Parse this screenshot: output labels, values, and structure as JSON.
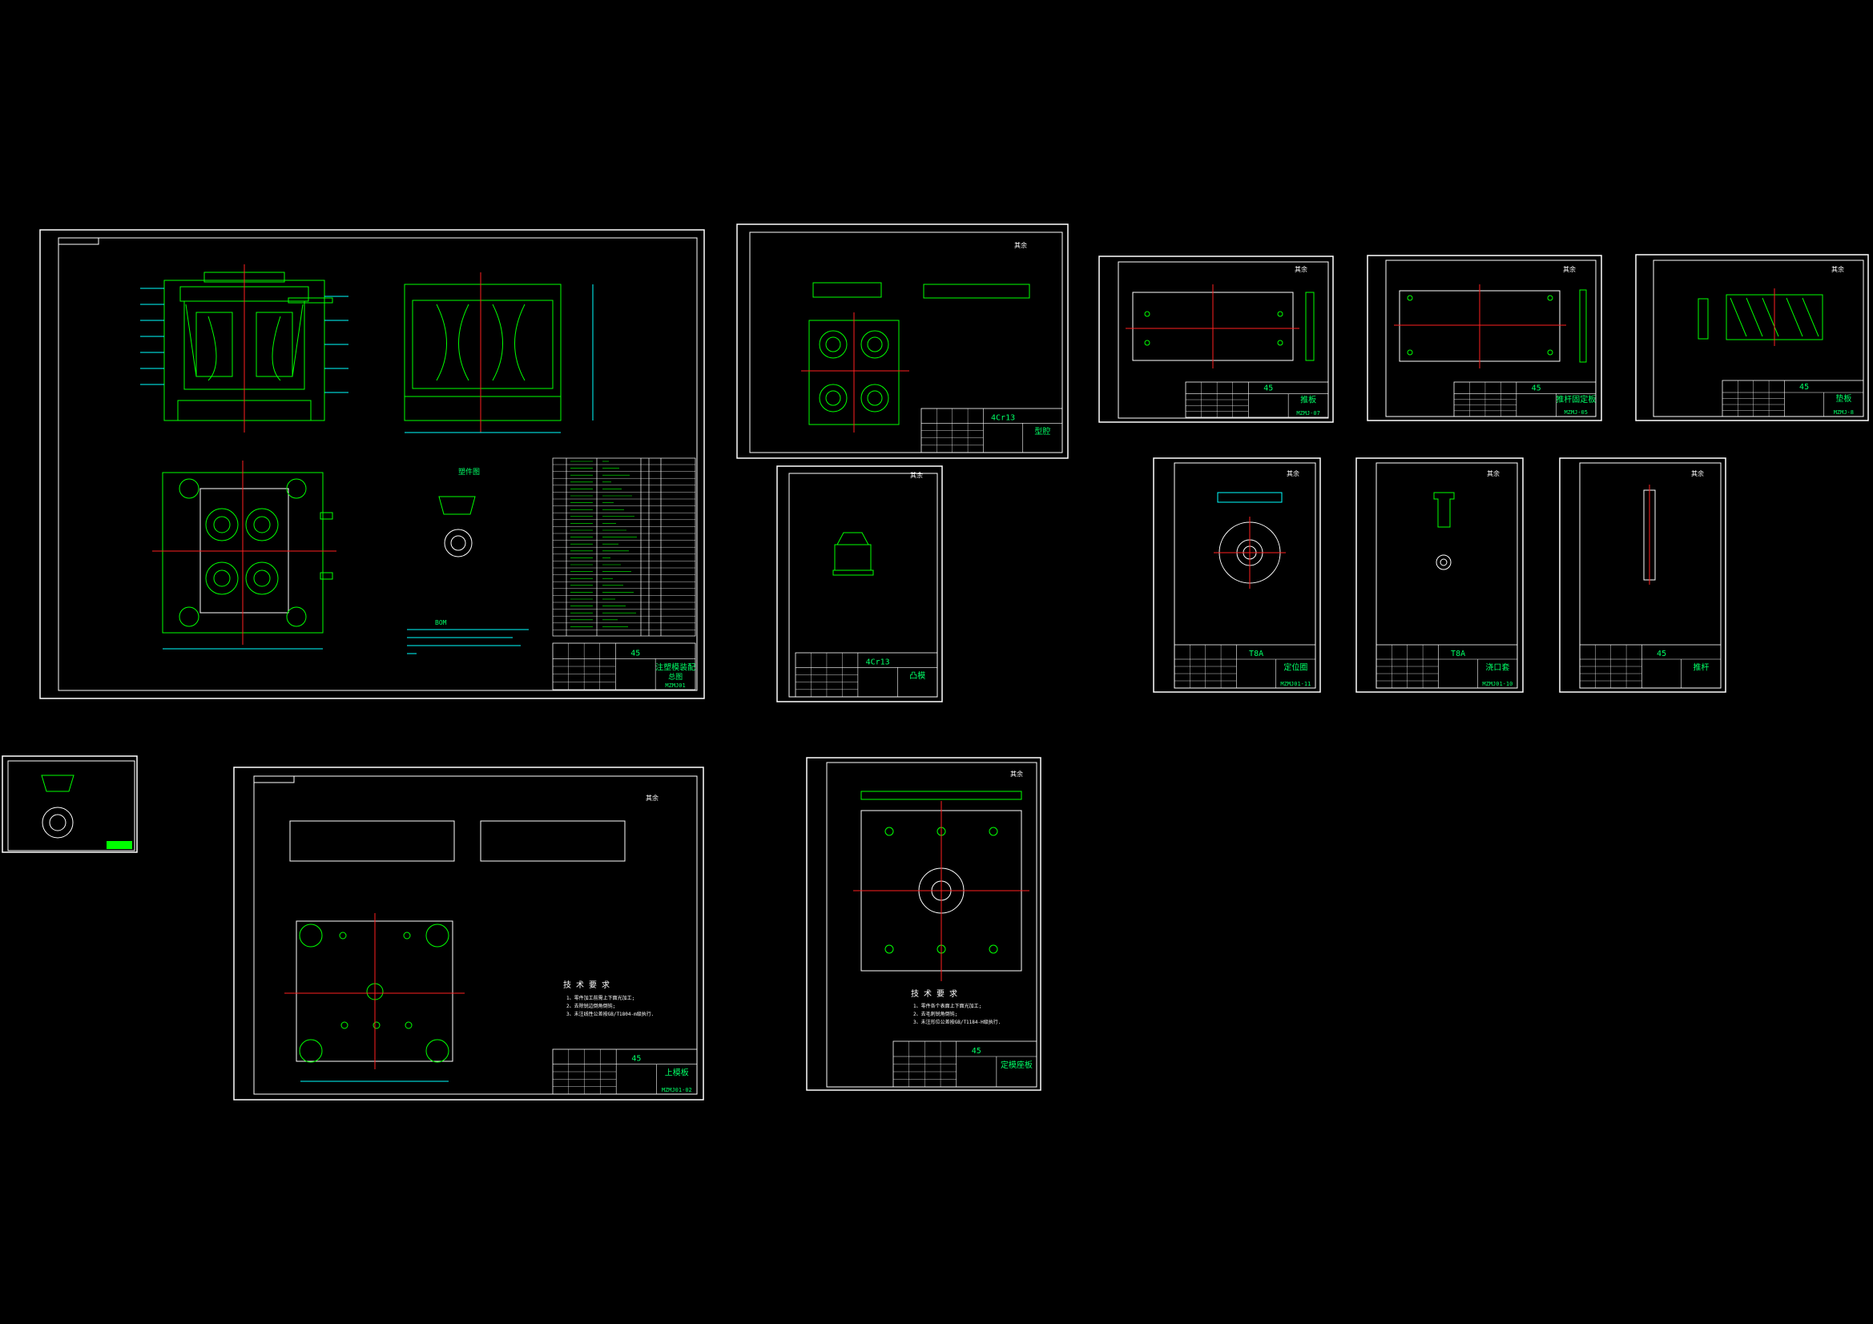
{
  "colors": {
    "background": "#000000",
    "frame": "#ffffff",
    "geometry": "#00ff00",
    "center": "#ff2020",
    "dimension": "#00ffff",
    "accent_text": "#00ff66"
  },
  "sheets": [
    {
      "id": "assembly",
      "block": "45",
      "title": "注塑模装配",
      "title2": "总图",
      "code": "MZMJ01",
      "roughness": ""
    },
    {
      "id": "cavity",
      "block": "4Cr13",
      "title": "型腔",
      "title2": "",
      "code": "",
      "roughness": "其余"
    },
    {
      "id": "plate_a",
      "block": "45",
      "title": "推板",
      "title2": "",
      "code": "MZMJ-07",
      "roughness": "其余"
    },
    {
      "id": "plate_b",
      "block": "45",
      "title": "推杆固定板",
      "title2": "",
      "code": "MZMJ-05",
      "roughness": "其余"
    },
    {
      "id": "spacer",
      "block": "45",
      "title": "垫板",
      "title2": "",
      "code": "MZMJ-8",
      "roughness": "其余"
    },
    {
      "id": "core",
      "block": "4Cr13",
      "title": "凸模",
      "title2": "",
      "code": "",
      "roughness": "其余"
    },
    {
      "id": "locating_ring",
      "block": "T8A",
      "title": "定位圈",
      "title2": "",
      "code": "MZMJ01-11",
      "roughness": "其余"
    },
    {
      "id": "sprue",
      "block": "T8A",
      "title": "浇口套",
      "title2": "",
      "code": "MZMJ01-10",
      "roughness": "其余"
    },
    {
      "id": "ejector",
      "block": "45",
      "title": "推杆",
      "title2": "",
      "code": "",
      "roughness": "其余"
    },
    {
      "id": "part",
      "block": "",
      "title": "",
      "title2": "",
      "code": "",
      "roughness": ""
    },
    {
      "id": "upper_plate",
      "block": "45",
      "title": "上模板",
      "title2": "",
      "code": "MZMJ01-02",
      "roughness": "其余"
    },
    {
      "id": "fixed_plate",
      "block": "45",
      "title": "定模座板",
      "title2": "",
      "code": "",
      "roughness": "其余"
    }
  ],
  "labels": {
    "part_view_title": "塑件图",
    "bom_note": "BOM",
    "tech_req_title": "技 术 要 求",
    "tech_req_title2": "技 术 要 求",
    "tech_req_upper": [
      "1、零件加工前需上下面光加工;",
      "2、去除锐边倒角倒钝;",
      "3、未注线性公差按GB/T1804-m级执行."
    ],
    "tech_req_fixed": [
      "1、零件各个表面上下面光加工;",
      "2、去毛刺锐角倒钝;",
      "3、未注形位公差按GB/T1184-H级执行."
    ]
  }
}
